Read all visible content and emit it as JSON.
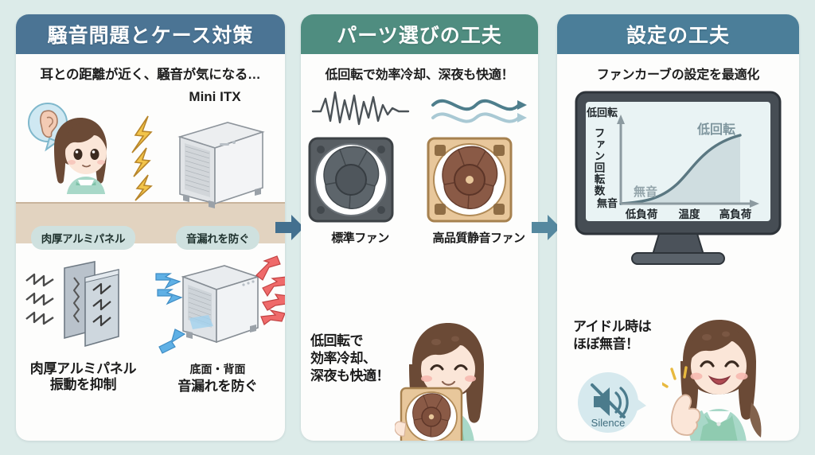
{
  "background_color": "#dcebe9",
  "panels": [
    {
      "id": "noise-case",
      "header": "騒音問題とケース対策",
      "header_color": "#4b7494",
      "lead": "耳との距離が近く、騒音が気になる…",
      "scene_label": "Mini ITX",
      "sub_sections": [
        {
          "pill": "肉厚アルミパネル",
          "caption_line1": "肉厚アルミパネル",
          "caption_line2": "振動を抑制"
        },
        {
          "pill": "音漏れを防ぐ",
          "caption_small": "底面・背面",
          "caption_line1": "音漏れを防ぐ"
        }
      ]
    },
    {
      "id": "parts-selection",
      "header": "パーツ選びの工夫",
      "header_color": "#4f8d80",
      "lead": "低回転で効率冷却、深夜も快適！",
      "fans": [
        {
          "caption": "標準ファン",
          "type": "standard"
        },
        {
          "caption": "高品質静音ファン",
          "type": "quiet"
        }
      ],
      "bottom_text_lines": [
        "低回転で",
        "効率冷却、",
        "深夜も快適！"
      ]
    },
    {
      "id": "settings",
      "header": "設定の工夫",
      "header_color": "#4b7e99",
      "lead": "ファンカーブの設定を最適化",
      "bottom_text_lines": [
        "アイドル時は",
        "ほぼ無音！"
      ],
      "badge_label": "Silence"
    }
  ],
  "connectors": [
    {
      "name": "arrow-panel1-to-panel2",
      "color": "#43708f"
    },
    {
      "name": "arrow-panel2-to-panel3",
      "color": "#55889f"
    }
  ],
  "chart_data": {
    "type": "line",
    "title": "ファンカーブの設定を最適化",
    "xlabel": "温度",
    "ylabel": "ファン回転数",
    "x_tick_labels": [
      "低負荷",
      "高負荷"
    ],
    "y_tick_labels": [
      "無音",
      "低回転"
    ],
    "annotations": [
      {
        "text": "無音",
        "x": 0.16,
        "y": 0.1
      },
      {
        "text": "低回転",
        "x": 0.82,
        "y": 0.88
      }
    ],
    "x": [
      0.0,
      0.1,
      0.2,
      0.3,
      0.4,
      0.5,
      0.6,
      0.7,
      0.8,
      0.9,
      1.0
    ],
    "y": [
      0.02,
      0.03,
      0.05,
      0.08,
      0.13,
      0.22,
      0.38,
      0.56,
      0.7,
      0.78,
      0.82
    ],
    "xlim": [
      0,
      1
    ],
    "ylim": [
      0,
      1
    ],
    "grid": false,
    "line_color": "#5a7781",
    "fill_color": "#cfdde0",
    "screen_color": "#e9f3f4",
    "legend": false
  }
}
